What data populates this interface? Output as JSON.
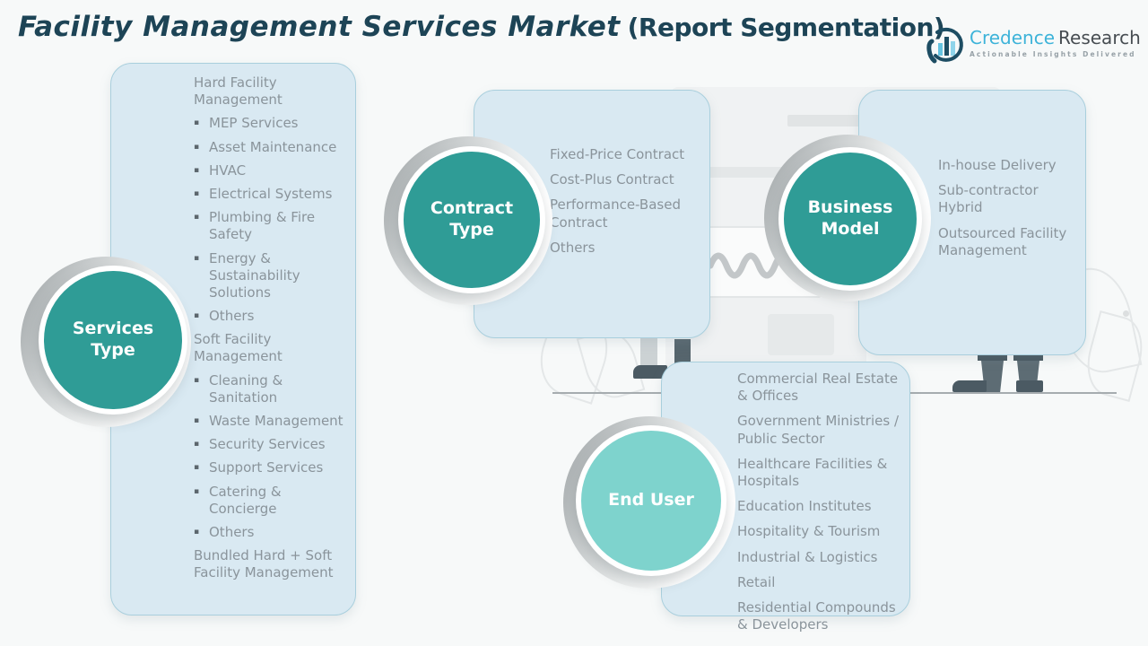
{
  "title": {
    "main": "Facility Management Services Market",
    "suffix": "(Report Segmentation)"
  },
  "logo": {
    "brand_primary": "Credence",
    "brand_secondary": "Research",
    "tagline": "Actionable Insights Delivered"
  },
  "colors": {
    "accent_teal": "#2f9c96",
    "accent_teal_light": "#7ed3cd",
    "panel_bg": "#d9e9f2",
    "panel_border": "#a9cfdd",
    "panel_text": "#8a949b",
    "title_color": "#1d4456",
    "brand_blue": "#3db3d9"
  },
  "segments": [
    {
      "id": "services-type",
      "label": "Services Type",
      "list": [
        {
          "t": "header",
          "text": "Hard Facility Management"
        },
        {
          "t": "bullet",
          "text": "MEP Services"
        },
        {
          "t": "bullet",
          "text": "Asset Maintenance"
        },
        {
          "t": "bullet",
          "text": "HVAC"
        },
        {
          "t": "bullet",
          "text": "Electrical Systems"
        },
        {
          "t": "bullet",
          "text": "Plumbing & Fire Safety"
        },
        {
          "t": "bullet",
          "text": "Energy & Sustainability Solutions"
        },
        {
          "t": "bullet",
          "text": "Others"
        },
        {
          "t": "header",
          "text": "Soft Facility Management"
        },
        {
          "t": "bullet",
          "text": "Cleaning & Sanitation"
        },
        {
          "t": "bullet",
          "text": "Waste Management"
        },
        {
          "t": "bullet",
          "text": "Security Services"
        },
        {
          "t": "bullet",
          "text": "Support Services"
        },
        {
          "t": "bullet",
          "text": "Catering & Concierge"
        },
        {
          "t": "bullet",
          "text": "Others"
        },
        {
          "t": "header",
          "text": "Bundled Hard + Soft Facility Management"
        }
      ]
    },
    {
      "id": "contract-type",
      "label": "Contract Type",
      "list": [
        {
          "t": "plain",
          "text": "Fixed-Price Contract"
        },
        {
          "t": "plain",
          "text": "Cost-Plus Contract"
        },
        {
          "t": "plain",
          "text": "Performance-Based Contract"
        },
        {
          "t": "plain",
          "text": "Others"
        }
      ]
    },
    {
      "id": "business-model",
      "label": "Business Model",
      "list": [
        {
          "t": "plain",
          "text": "In-house Delivery"
        },
        {
          "t": "plain",
          "text": "Sub-contractor Hybrid"
        },
        {
          "t": "plain",
          "text": "Outsourced Facility Management"
        }
      ]
    },
    {
      "id": "end-user",
      "label": "End User",
      "list": [
        {
          "t": "plain",
          "text": "Commercial Real Estate & Offices"
        },
        {
          "t": "plain",
          "text": "Government Ministries / Public Sector"
        },
        {
          "t": "plain",
          "text": "Healthcare Facilities & Hospitals"
        },
        {
          "t": "plain",
          "text": "Education Institutes"
        },
        {
          "t": "plain",
          "text": "Hospitality & Tourism"
        },
        {
          "t": "plain",
          "text": "Industrial & Logistics"
        },
        {
          "t": "plain",
          "text": "Retail"
        },
        {
          "t": "plain",
          "text": "Residential Compounds & Developers"
        }
      ]
    }
  ]
}
